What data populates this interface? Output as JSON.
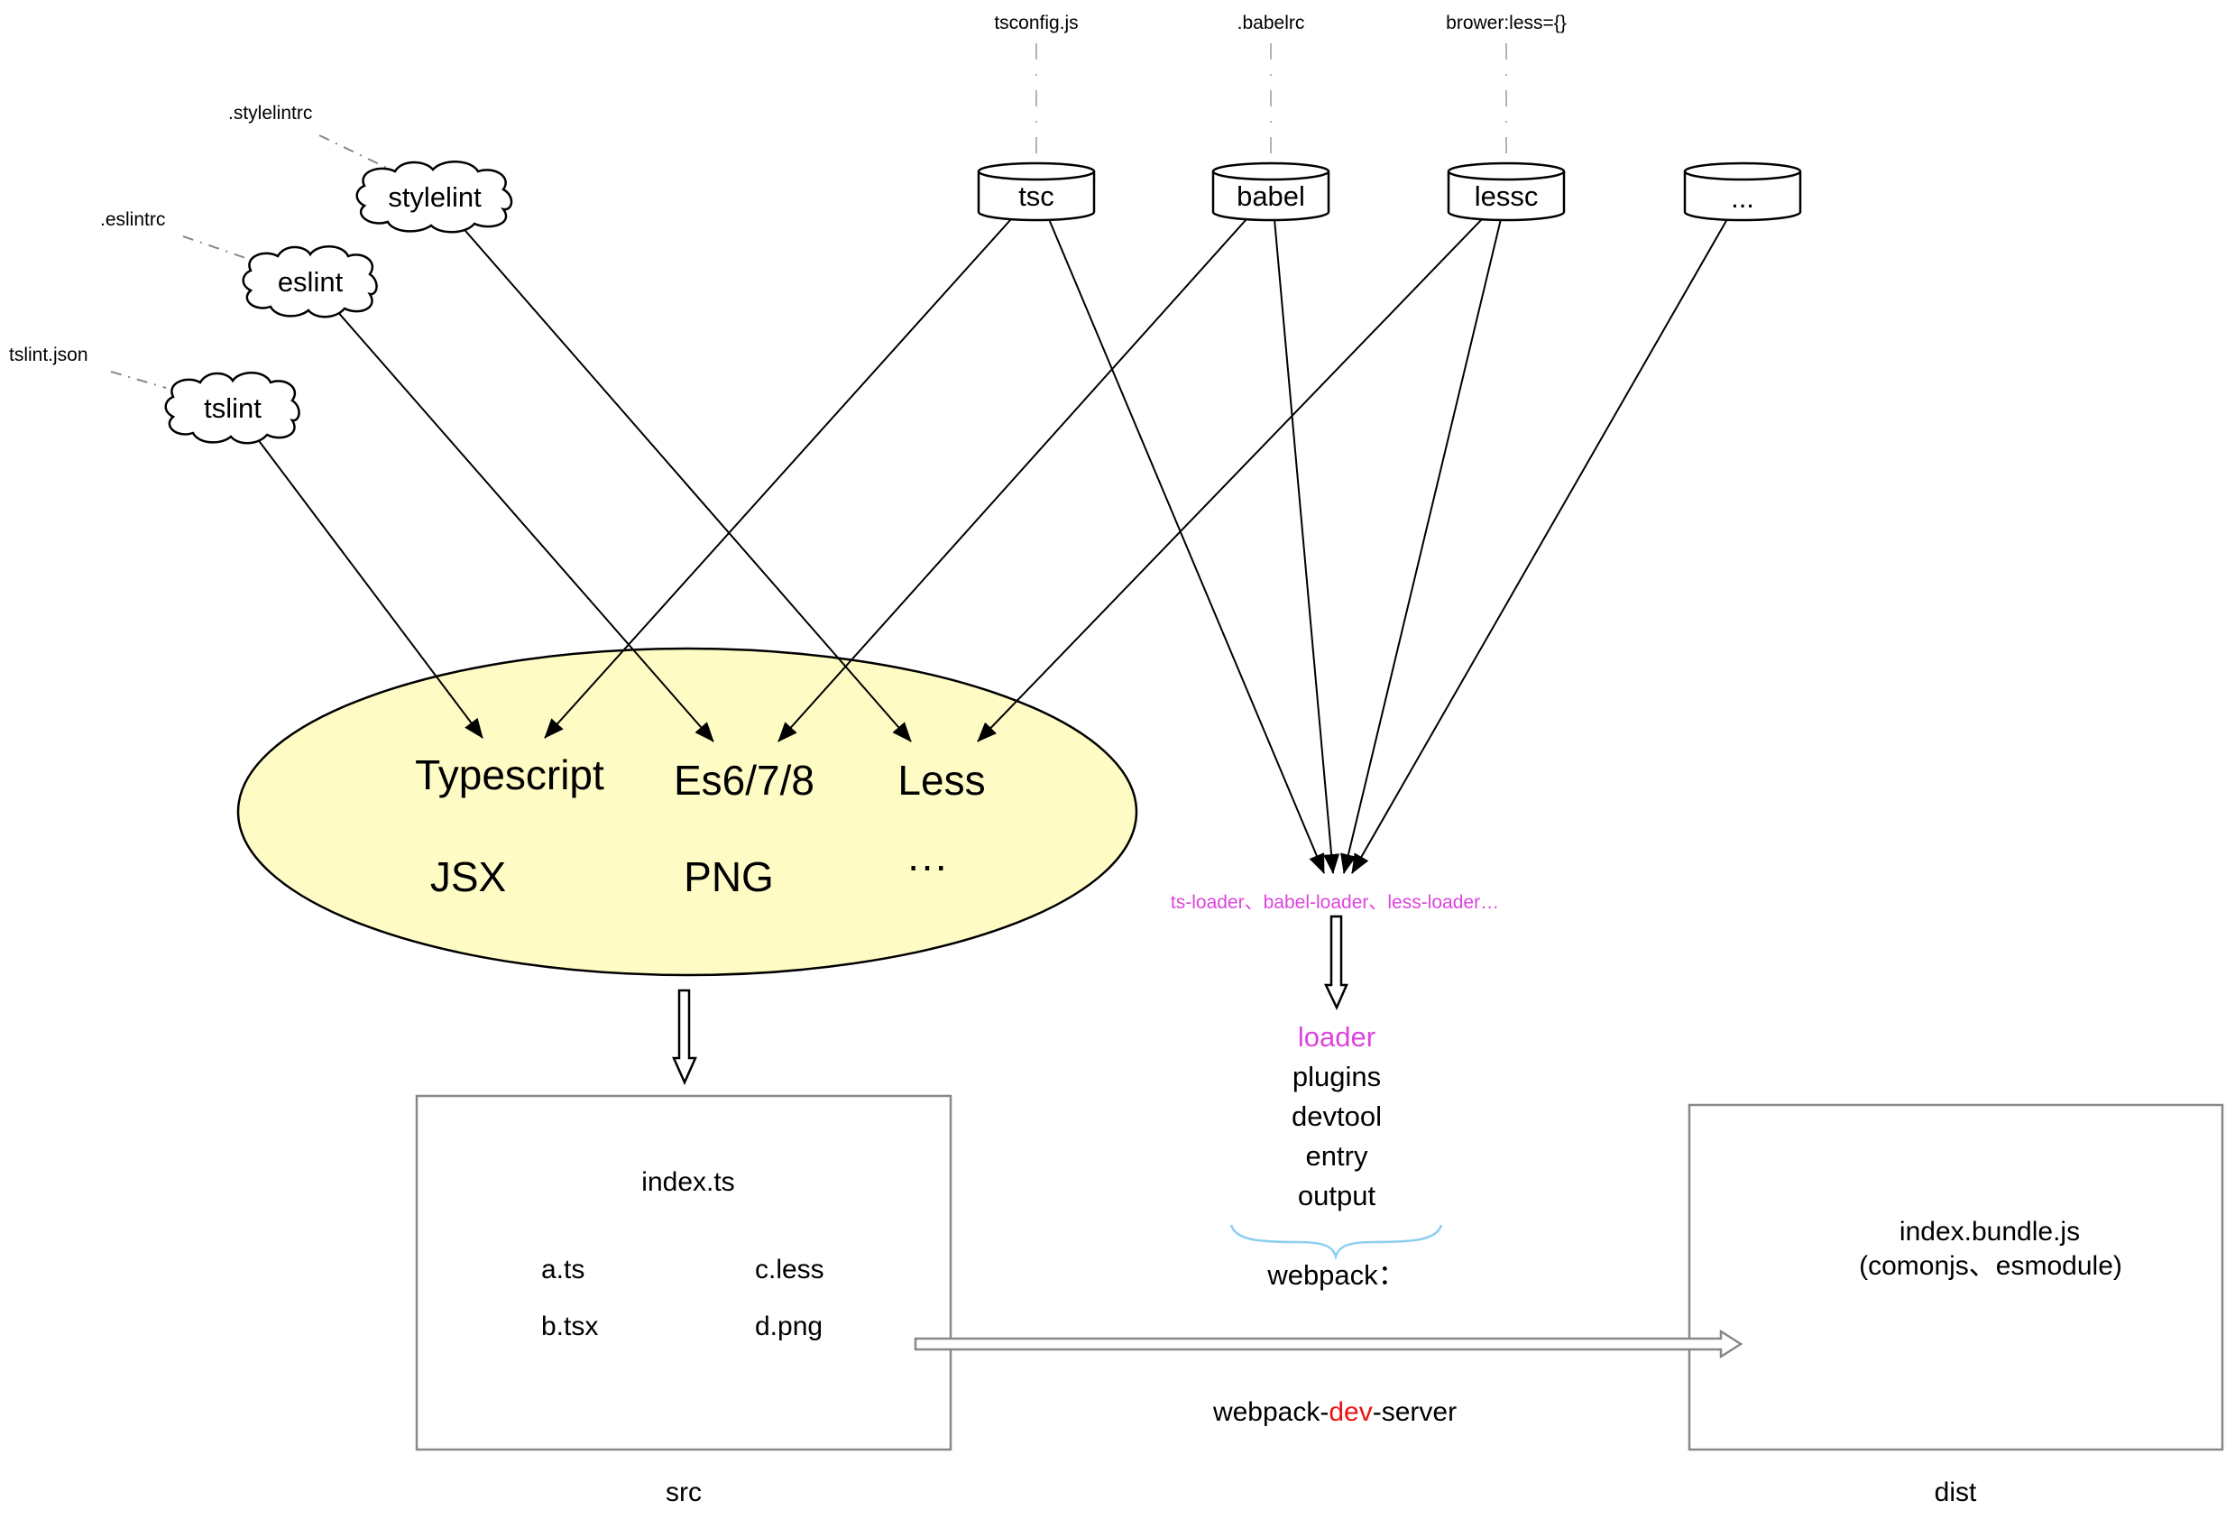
{
  "linters": [
    {
      "name": "tslint",
      "config": "tslint.json"
    },
    {
      "name": "eslint",
      "config": ".eslintrc"
    },
    {
      "name": "stylelint",
      "config": ".stylelintrc"
    }
  ],
  "compilers": [
    {
      "name": "tsc",
      "config": "tsconfig.js"
    },
    {
      "name": "babel",
      "config": ".babelrc"
    },
    {
      "name": "lessc",
      "config": "brower:less={}"
    },
    {
      "name": "...",
      "config": ""
    }
  ],
  "source_languages": {
    "row1": [
      "Typescript",
      "Es6/7/8",
      "Less"
    ],
    "row2": [
      "JSX",
      "PNG",
      "···"
    ]
  },
  "loaders_text": "ts-loader、babel-loader、less-loader…",
  "webpack_config": {
    "items": [
      "loader",
      "plugins",
      "devtool",
      "entry",
      "output"
    ],
    "label": "webpack："
  },
  "src": {
    "entry": "index.ts",
    "files": [
      "a.ts",
      "c.less",
      "b.tsx",
      "d.png"
    ],
    "caption": "src"
  },
  "dev_server": {
    "prefix": "webpack-",
    "highlight": "dev",
    "suffix": "-server"
  },
  "dist": {
    "bundle": "index.bundle.js",
    "formats": "(comonjs、esmodule)",
    "caption": "dist"
  },
  "colors": {
    "loader_accent": "#dd44dd",
    "dev_accent": "#ee1111",
    "ellipse_fill": "#fefcc4",
    "brace": "#8ccff0"
  }
}
